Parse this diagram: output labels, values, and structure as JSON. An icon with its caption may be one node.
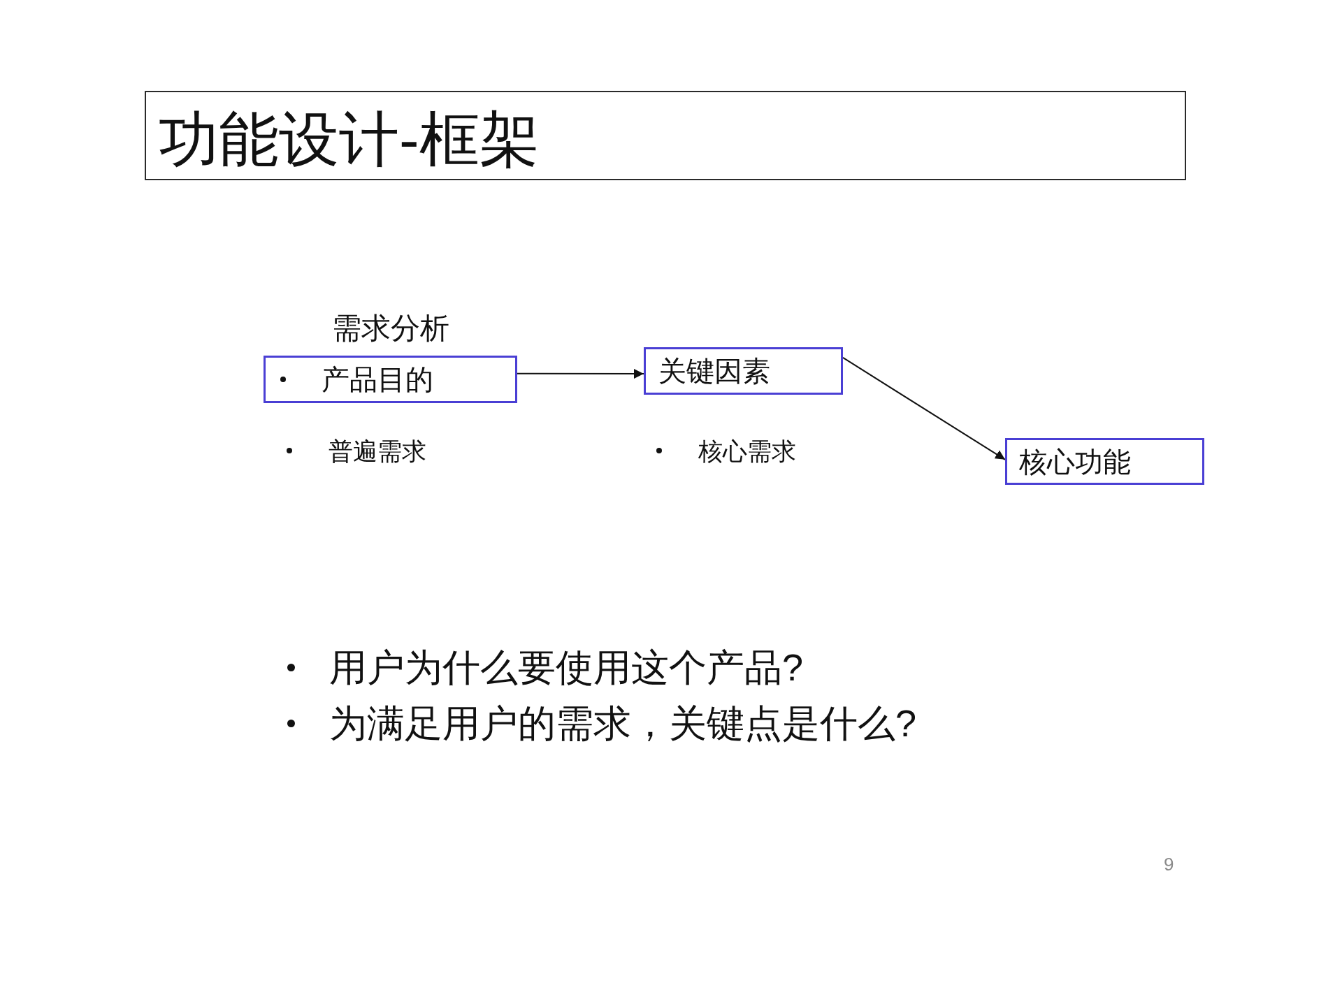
{
  "diagram": {
    "title": "功能设计-框架",
    "nodes": [
      {
        "text": [
          "产品目的"
        ]
      },
      {
        "text": [
          "关键因素"
        ]
      },
      {
        "text": [
          "核心功能"
        ]
      }
    ],
    "edges": [
      {
        "from": 0,
        "to": 1,
        "arrow": "to"
      },
      {
        "from": 1,
        "to": 2,
        "arrow": "to"
      }
    ],
    "labels": [
      "需求分析",
      "普遍需求",
      "核心需求",
      "用户为什么要使用这个产品?",
      "为满足用户的需求，关键点是什么?",
      "9"
    ]
  }
}
